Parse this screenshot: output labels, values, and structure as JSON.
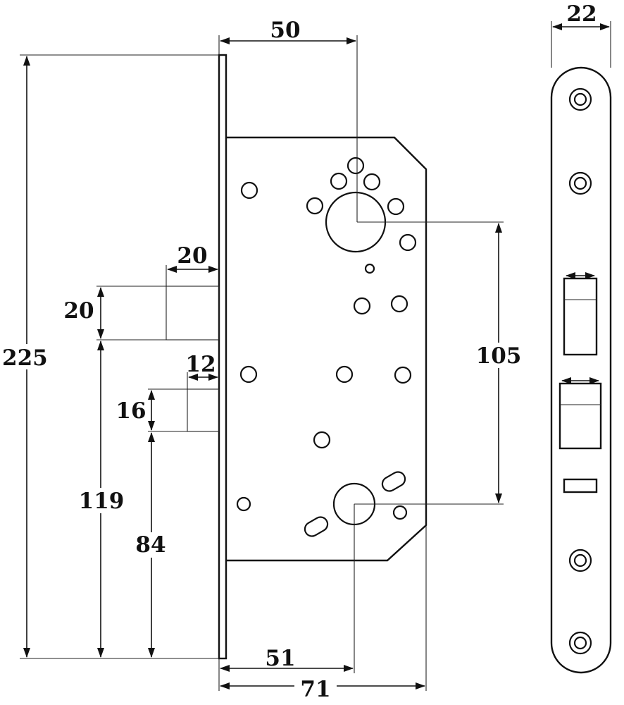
{
  "dimensions": {
    "total_height": "225",
    "backset": "50",
    "top_width": "22",
    "latch_projection": "20",
    "latch_height": "20",
    "bolt_projection": "12",
    "bolt_height": "16",
    "centre_distance": "105",
    "latch_position": "119",
    "bolt_position": "84",
    "bottom_width_inner": "51",
    "bottom_width_total": "71"
  },
  "colors": {
    "ink": "#111111",
    "background": "#ffffff"
  }
}
